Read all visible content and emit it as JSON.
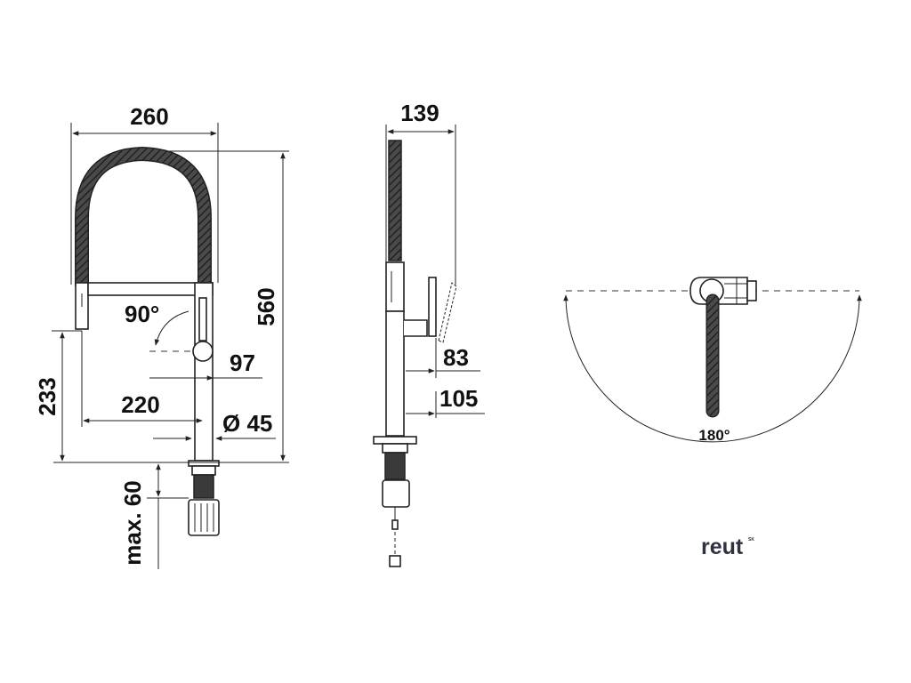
{
  "front_view": {
    "width_260": "260",
    "height_560": "560",
    "angle_90": "90°",
    "reach_97": "97",
    "height_233": "233",
    "reach_220": "220",
    "diameter_45": "Ø 45",
    "max_60": "max. 60"
  },
  "side_view": {
    "depth_139": "139",
    "dim_83": "83",
    "dim_105": "105"
  },
  "top_view": {
    "swivel_180": "180°"
  },
  "brand": {
    "name": "reut",
    "suffix": "SK"
  },
  "colors": {
    "line": "#222222",
    "hose": "#3a3a3a",
    "brand": "#2e3340"
  }
}
